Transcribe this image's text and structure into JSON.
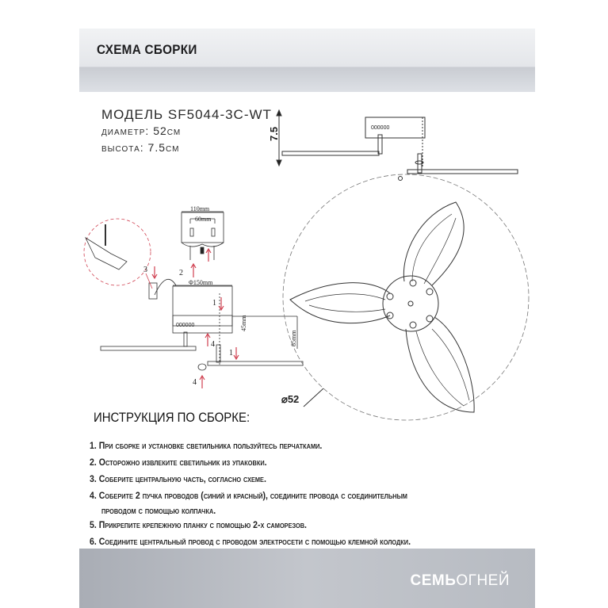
{
  "header": {
    "title": "СХЕМА СБОРКИ"
  },
  "specs": {
    "model": "МОДЕЛЬ SF5044-3C-WT",
    "diameter": "диаметр: 52см",
    "height": "высота: 7.5см"
  },
  "diagram": {
    "height_mark": "7.5",
    "diameter_mark": "⌀52",
    "dims": {
      "plate_width": "110mm",
      "hole_spacing": "60mm",
      "base_diameter": "Φ150mm",
      "base_height": "45mm",
      "total_height": "85mm"
    },
    "step_numbers": [
      "1",
      "1",
      "2",
      "3",
      "4",
      "4"
    ],
    "led_marking": "000000"
  },
  "instructions": {
    "title": "ИНСТРУКЦИЯ ПО СБОРКЕ:",
    "steps": [
      "1. При сборке и установке светильника пользуйтесь перчатками.",
      "2. Осторожно извлеките светильник из упаковки.",
      "3. Соберите центральную часть, согласно схеме.",
      "4. Соберите 2 пучка проводов (синий и красный), соедините провода с соединительным",
      "проводом с помощью колпачка.",
      "5. Прикрепите крепежную планку с помощью 2-х саморезов.",
      "6. Соедините центральный провод с проводом электросети с помощью клемной колодки."
    ]
  },
  "footer": {
    "brand_bold": "СЕМЬ",
    "brand_light": "ОГНЕЙ"
  }
}
